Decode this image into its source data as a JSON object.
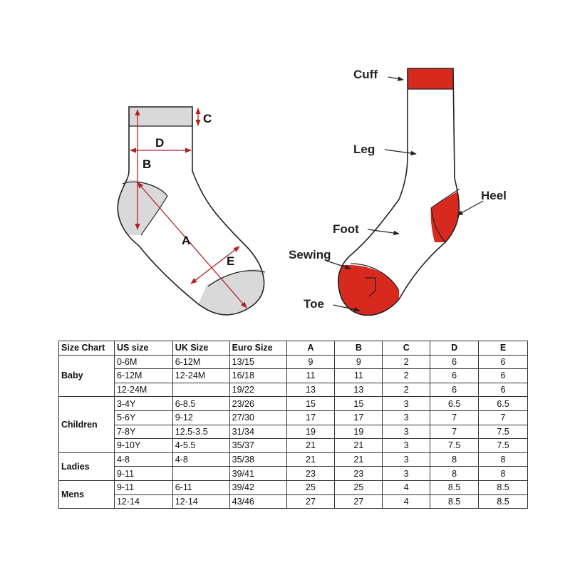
{
  "labels": {
    "cuff": "Cuff",
    "leg": "Leg",
    "heel": "Heel",
    "foot": "Foot",
    "sewing": "Sewing",
    "toe": "Toe",
    "dim_a": "A",
    "dim_b": "B",
    "dim_c": "C",
    "dim_d": "D",
    "dim_e": "E"
  },
  "colors": {
    "red": "#d8291f",
    "gray": "#d9d9d9",
    "outline": "#222222",
    "dimension_arrow": "#b22222"
  },
  "table": {
    "headers": [
      "Size Chart",
      "US size",
      "UK Size",
      "Euro Size",
      "A",
      "B",
      "C",
      "D",
      "E"
    ],
    "groups": [
      {
        "name": "Baby",
        "rows": [
          [
            "0-6M",
            "6-12M",
            "13/15",
            "9",
            "9",
            "2",
            "6",
            "6"
          ],
          [
            "6-12M",
            "12-24M",
            "16/18",
            "11",
            "11",
            "2",
            "6",
            "6"
          ],
          [
            "12-24M",
            "",
            "19/22",
            "13",
            "13",
            "2",
            "6",
            "6"
          ]
        ]
      },
      {
        "name": "Children",
        "rows": [
          [
            "3-4Y",
            "6-8.5",
            "23/26",
            "15",
            "15",
            "3",
            "6.5",
            "6.5"
          ],
          [
            "5-6Y",
            "9-12",
            "27/30",
            "17",
            "17",
            "3",
            "7",
            "7"
          ],
          [
            "7-8Y",
            "12.5-3.5",
            "31/34",
            "19",
            "19",
            "3",
            "7",
            "7.5"
          ],
          [
            "9-10Y",
            "4-5.5",
            "35/37",
            "21",
            "21",
            "3",
            "7.5",
            "7.5"
          ]
        ]
      },
      {
        "name": "Ladies",
        "rows": [
          [
            "4-8",
            "4-8",
            "35/38",
            "21",
            "21",
            "3",
            "8",
            "8"
          ],
          [
            "9-11",
            "",
            "39/41",
            "23",
            "23",
            "3",
            "8",
            "8"
          ]
        ]
      },
      {
        "name": "Mens",
        "rows": [
          [
            "9-11",
            "6-11",
            "39/42",
            "25",
            "25",
            "4",
            "8.5",
            "8.5"
          ],
          [
            "12-14",
            "12-14",
            "43/46",
            "27",
            "27",
            "4",
            "8.5",
            "8.5"
          ]
        ]
      }
    ]
  }
}
